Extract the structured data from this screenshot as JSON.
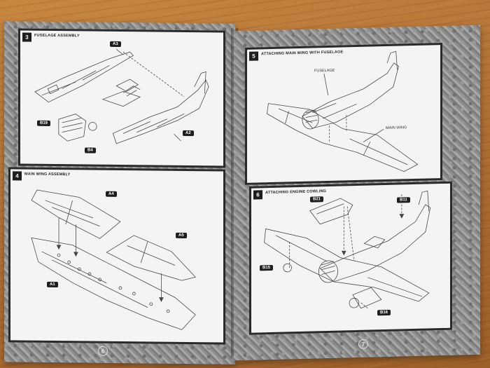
{
  "pages": {
    "left": {
      "page_number": "6",
      "steps": [
        {
          "number": "3",
          "title": "FUSELAGE ASSEMBLY",
          "callouts": [
            "A3",
            "B19",
            "B4",
            "A2"
          ]
        },
        {
          "number": "4",
          "title": "MAIN WING ASSEMBLY",
          "callouts": [
            "A4",
            "A5",
            "A1"
          ]
        }
      ]
    },
    "right": {
      "page_number": "7",
      "steps": [
        {
          "number": "5",
          "title": "ATTACHING MAIN WING WITH FUSELAGE",
          "labels": [
            "FUSELAGE",
            "MAIN WING"
          ]
        },
        {
          "number": "6",
          "title": "ATTACHING ENGINE COWLING",
          "callouts": [
            "B21",
            "B11",
            "B15",
            "B16"
          ]
        }
      ]
    }
  },
  "colors": {
    "wood": "#b9783a",
    "page_border": "#8c8c8c",
    "panel_frame": "#2a2a2a",
    "panel_paper": "#f4f4f2"
  }
}
